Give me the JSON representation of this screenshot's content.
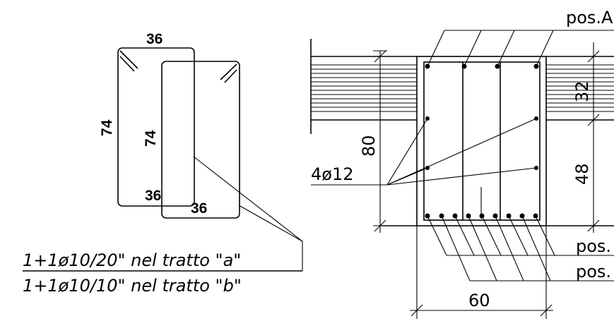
{
  "stirrup_detail": {
    "outer": {
      "width_label": "36",
      "height_label": "74",
      "bottom_label": "36"
    },
    "inner": {
      "height_label": "74",
      "bottom_label": "36"
    },
    "note_line_1": "1+1ø10/20\" nel tratto \"a\"",
    "note_line_2": "1+1ø10/10\" nel tratto \"b\""
  },
  "section": {
    "pos_a_label": "pos.A",
    "pos_b_label": "pos.",
    "pos_c_label": "pos.",
    "side_bars_label": "4ø12",
    "height_label": "80",
    "slab_label": "32",
    "web_label": "48",
    "width_label": "60"
  },
  "colors": {
    "ink": "#000000",
    "background": "#ffffff"
  }
}
